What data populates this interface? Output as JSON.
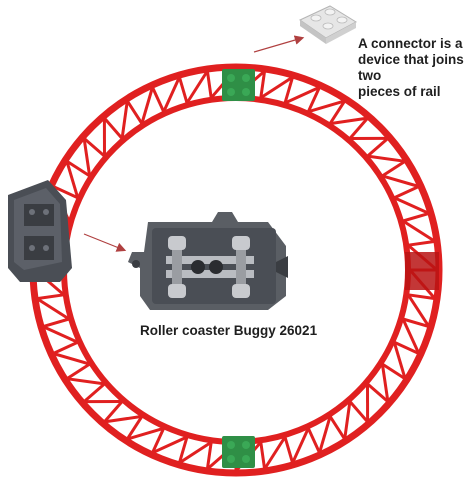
{
  "labels": {
    "connector_line1": "A connector is a",
    "connector_line2": "device that joins two",
    "connector_line3": "pieces of rail",
    "buggy": "Roller coaster Buggy 26021"
  },
  "colors": {
    "rail_red": "#e02020",
    "rail_red_dark": "#b81414",
    "connector_green": "#2f8f46",
    "buggy_gray": "#5a5e64",
    "buggy_dark": "#3a3d42",
    "plate_gray": "#d8d8d8",
    "arrow": "#b04040",
    "text": "#1f1f1f"
  }
}
